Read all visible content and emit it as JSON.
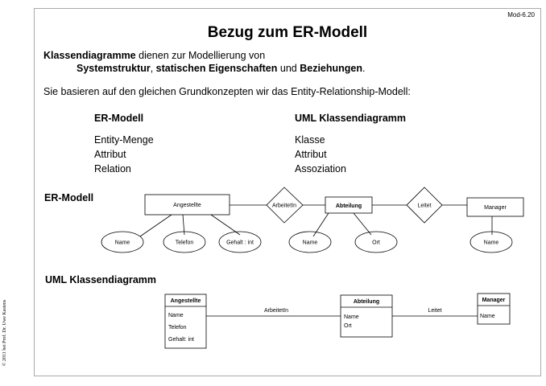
{
  "slide_id": "Mod-6.20",
  "title": "Bezug zum ER-Modell",
  "intro": {
    "line1_bold": "Klassendiagramme",
    "line1_rest": " dienen zur Modellierung von",
    "line2_b1": "Systemstruktur",
    "line2_s1": ", ",
    "line2_b2": "statischen Eigenschaften",
    "line2_s2": " und ",
    "line2_b3": "Beziehungen",
    "line2_s3": ".",
    "line3": "Sie basieren auf den gleichen Grundkonzepten wir das Entity-Relationship-Modell:"
  },
  "comparison": {
    "left_heading": "ER-Modell",
    "right_heading": "UML Klassendiagramm",
    "left_items": [
      "Entity-Menge",
      "Attribut",
      "Relation"
    ],
    "right_items": [
      "Klasse",
      "Attribut",
      "Assoziation"
    ]
  },
  "er_diagram": {
    "heading": "ER-Modell",
    "entities": [
      "Angestellte",
      "Abteilung",
      "Manager"
    ],
    "relationships": [
      "ArbeitetIn",
      "Leitet"
    ],
    "attributes": [
      "Name",
      "Telefon",
      "Gehalt : int",
      "Name",
      "Ort",
      "Name"
    ]
  },
  "uml_diagram": {
    "heading": "UML Klassendiagramm",
    "classes": [
      {
        "name": "Angestellte",
        "attributes": [
          "Name",
          "Telefon",
          "Gehalt: int"
        ]
      },
      {
        "name": "Abteilung",
        "attributes": [
          "Name",
          "Ort"
        ]
      },
      {
        "name": "Manager",
        "attributes": [
          "Name"
        ]
      }
    ],
    "associations": [
      "ArbeitetIn",
      "Leitet"
    ]
  },
  "copyright": "© 2011 bei Prof. Dr. Uwe Kastens"
}
